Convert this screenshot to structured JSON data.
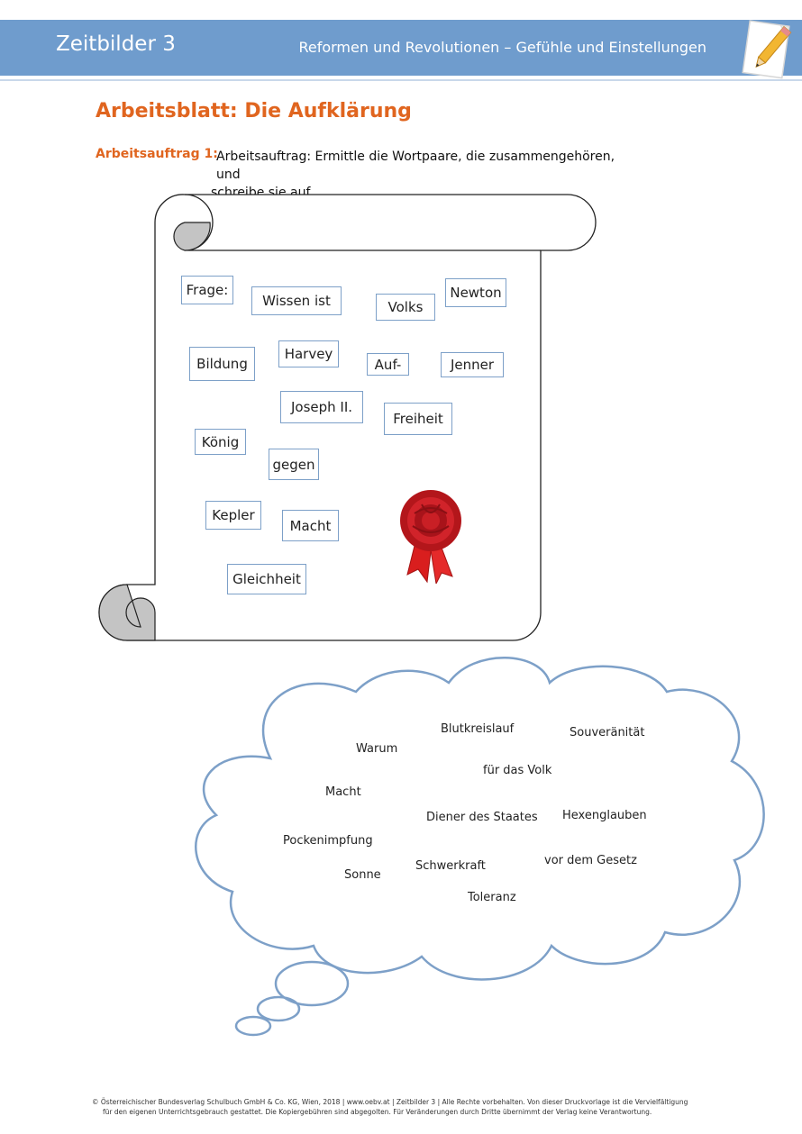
{
  "header": {
    "brand": "Zeitbilder 3",
    "subtitle": "Reformen und Revolutionen – Gefühle und Einstellungen",
    "accent_color": "#6f9ccd",
    "icon": "pencil-paper-icon"
  },
  "title": "Arbeitsblatt: Die Aufklärung",
  "task": {
    "label": "Arbeitsauftrag 1:",
    "text_line1": "Arbeitsauftrag: Ermittle die Wortpaare, die zusammengehören, und",
    "text_line2": "schreibe sie auf."
  },
  "scroll_words": [
    "Frage:",
    "Wissen ist",
    "Volks",
    "Newton",
    "Bildung",
    "Harvey",
    "Auf-",
    "Jenner",
    "Joseph II.",
    "Freiheit",
    "König",
    "gegen",
    "Kepler",
    "Macht",
    "Gleichheit"
  ],
  "cloud_words": [
    "Blutkreislauf",
    "Souveränität",
    "Warum",
    "für das Volk",
    "Macht",
    "Diener des Staates",
    "Hexenglauben",
    "Pockenimpfung",
    "Schwerkraft",
    "vor dem Gesetz",
    "Sonne",
    "Toleranz"
  ],
  "seal_icon": "wax-seal-icon",
  "colors": {
    "title": "#e0651f",
    "box_border": "#7da0c8",
    "cloud_stroke": "#7da0c8"
  },
  "footer": {
    "line1": "© Österreichischer Bundesverlag Schulbuch GmbH & Co. KG, Wien, 2018 | www.oebv.at | Zeitbilder 3 | Alle Rechte vorbehalten. Von dieser Druckvorlage ist die Vervielfältigung",
    "line2": "für den eigenen Unterrichtsgebrauch gestattet. Die Kopiergebühren sind abgegolten. Für Veränderungen durch Dritte übernimmt der Verlag keine Verantwortung."
  }
}
